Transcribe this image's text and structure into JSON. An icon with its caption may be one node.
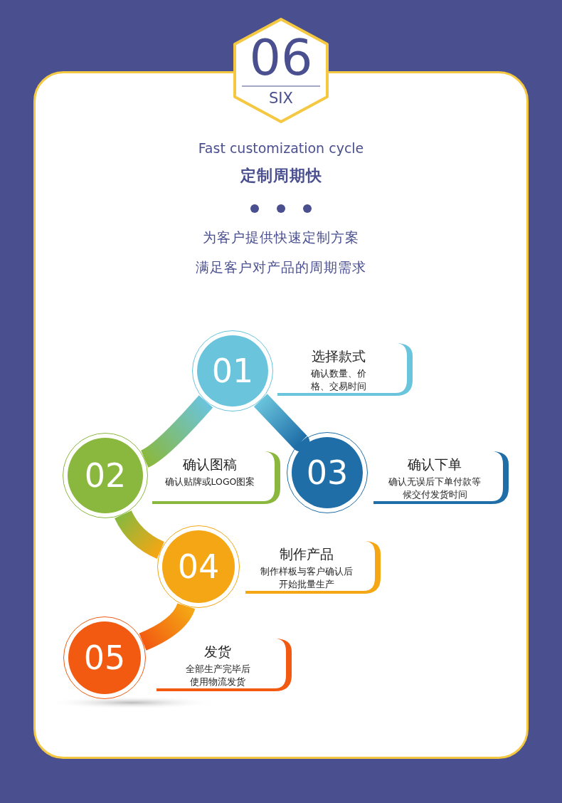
{
  "diagram": {
    "title": "Fast customization cycle",
    "nodes": [
      {
        "text": [
          "06",
          "SIX"
        ]
      },
      {
        "text": [
          "01"
        ]
      },
      {
        "text": [
          "选择款式",
          "确认数量、价格、交易时间"
        ]
      },
      {
        "text": [
          "02"
        ]
      },
      {
        "text": [
          "确认图稿",
          "确认贴牌或LOGO图案"
        ]
      },
      {
        "text": [
          "03"
        ]
      },
      {
        "text": [
          "确认下单",
          "确认无误后下单付款等候交付发货时间"
        ]
      },
      {
        "text": [
          "04"
        ]
      },
      {
        "text": [
          "制作产品",
          "制作样板与客户确认后开始批量生产"
        ]
      },
      {
        "text": [
          "05"
        ]
      },
      {
        "text": [
          "发货",
          "全部生产完毕后使用物流发货"
        ]
      }
    ],
    "edges": [
      {
        "from": 1,
        "to": 3,
        "arrow": "none"
      },
      {
        "from": 1,
        "to": 5,
        "arrow": "none"
      },
      {
        "from": 3,
        "to": 7,
        "arrow": "none"
      },
      {
        "from": 7,
        "to": 9,
        "arrow": "none"
      }
    ],
    "labels": [
      "定制周期快",
      "为客户提供快速定制方案",
      "满足客户对产品的周期需求"
    ]
  }
}
